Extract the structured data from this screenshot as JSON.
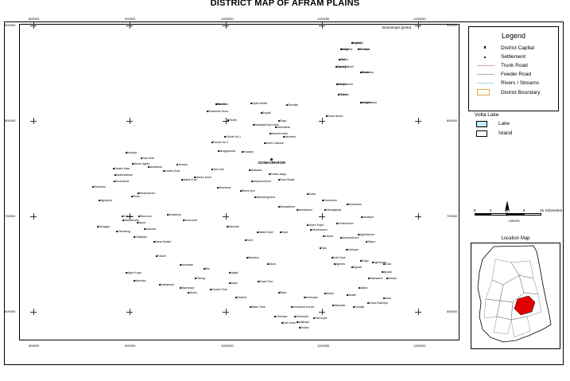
{
  "title": "DISTRICT MAP OF AFRAM PLAINS",
  "grid": {
    "x_labels": [
      "800000",
      "900000",
      "1000000",
      "1100000",
      "1200000"
    ],
    "y_labels": [
      "900000",
      "800000",
      "700000",
      "600000"
    ]
  },
  "top_right_note": "Bortorkope (ports)",
  "capital": "DONKORKROM",
  "places": [
    "Kpikadji",
    "Ikege",
    "Sirmapo",
    "Oldi",
    "Agbodji Gold",
    "Sikakudo",
    "Marfotoewa",
    "Odomo",
    "Adakerkope",
    "Bendako",
    "Kyebi Anitfa",
    "Sendaki",
    "Kwahorse Kura",
    "Obofe",
    "Sogri",
    "Boyani",
    "Kwan Akura",
    "Kalangdrong Kraku",
    "Fufoar No.1",
    "Fufoar No.2",
    "Adomamsi",
    "Adomemanik",
    "Adrotesu",
    "Abofo Daboso",
    "Abogyfekura",
    "Kwadue",
    "Kaodye",
    "Yaw Kedi",
    "Abesu Agnie",
    "Kwaku Kata",
    "Asamoakrom",
    "Anomanza",
    "Amankwa",
    "Kwahu Kuta",
    "Jenano",
    "Yaw Kuk",
    "Ataka Kura",
    "Manso Krom",
    "Akakawe",
    "Kwahu Abgo",
    "Kese Bodia",
    "Ampanonkrom",
    "Ahenema",
    "Bema Ane",
    "Nkanshegrome",
    "Sebuleso",
    "Bentumkrom",
    "Ebofu",
    "Agbopesi",
    "Akwasikrom",
    "Zuaia",
    "Kweemum",
    "Asesakrom",
    "Ntonagbeye",
    "Bowakrom",
    "Odenso",
    "Mafoanowa",
    "Akpor",
    "Aboagye",
    "Nkoromo",
    "Afrakuma",
    "Anomonte",
    "Kasuwa",
    "Obenteng",
    "Osaikope",
    "Nana Kwaku",
    "Adumasi",
    "Ataka Kope",
    "Sumi",
    "Kope",
    "Tepeh Kope",
    "Donkorkrom",
    "Kedakpo",
    "Ntontoanom",
    "Kotoso",
    "Adomankrom",
    "Agbletsome",
    "Kolikope",
    "Dugo",
    "Kofi Kope",
    "Egwati",
    "Agbokope",
    "Apuasi",
    "Ankasi",
    "Ntansame",
    "Ataka",
    "Avade",
    "Akrani",
    "Amenyani",
    "Nkwanta",
    "Dumasi",
    "Kwasi Karkope",
    "Kasu",
    "Fotomi",
    "Anowase",
    "Bisi",
    "Obeng",
    "Nyansopa",
    "Kadiatsme",
    "Agbe Kope",
    "Asumasi",
    "Ngabi",
    "Mpraeso",
    "Akuni",
    "Kwasi Toro",
    "Adzei",
    "Badu",
    "Ataka Tobe",
    "Amankwa Kurom",
    "Kokomasi",
    "Adakope",
    "Kwaku",
    "Odumasi",
    "Kofi Vodzi",
    "Yaa Kope",
    "Akoku",
    "Kwame Doe",
    "Dzoboe",
    "Tipu",
    "Agbenu",
    "Tsikpo",
    "Dosu",
    "Logba",
    "Kokoroe",
    "Kudzaw",
    "Kwesi",
    "Yawkope",
    "Asase",
    "Donyo",
    "Tudze",
    "Avegbe",
    "Nkuntu"
  ],
  "legend": {
    "title": "Legend",
    "items": [
      {
        "label": "District Capital",
        "symbol": "dot"
      },
      {
        "label": "Settlement",
        "symbol": "small-dot"
      },
      {
        "label": "Trunk Road",
        "symbol": "line",
        "color": "#e89aa0"
      },
      {
        "label": "Feeder Road",
        "symbol": "line",
        "color": "#b0b0b0"
      },
      {
        "label": "Rivers / Streams",
        "symbol": "line",
        "color": "#9fd6e8"
      },
      {
        "label": "District Boundary",
        "symbol": "box",
        "color": "#e8a93a"
      }
    ]
  },
  "volta_lake": {
    "title": "Volta Lake",
    "items": [
      {
        "label": "Lake",
        "color": "#bfeefa"
      },
      {
        "label": "Island",
        "color": "#ffffff"
      }
    ]
  },
  "scale": {
    "ticks": [
      "8",
      "4",
      "0",
      "8",
      "16"
    ],
    "unit": "Kilometers",
    "rf": "1:650000"
  },
  "location_map": {
    "title": "Location Map",
    "highlight_color": "#e00000"
  }
}
